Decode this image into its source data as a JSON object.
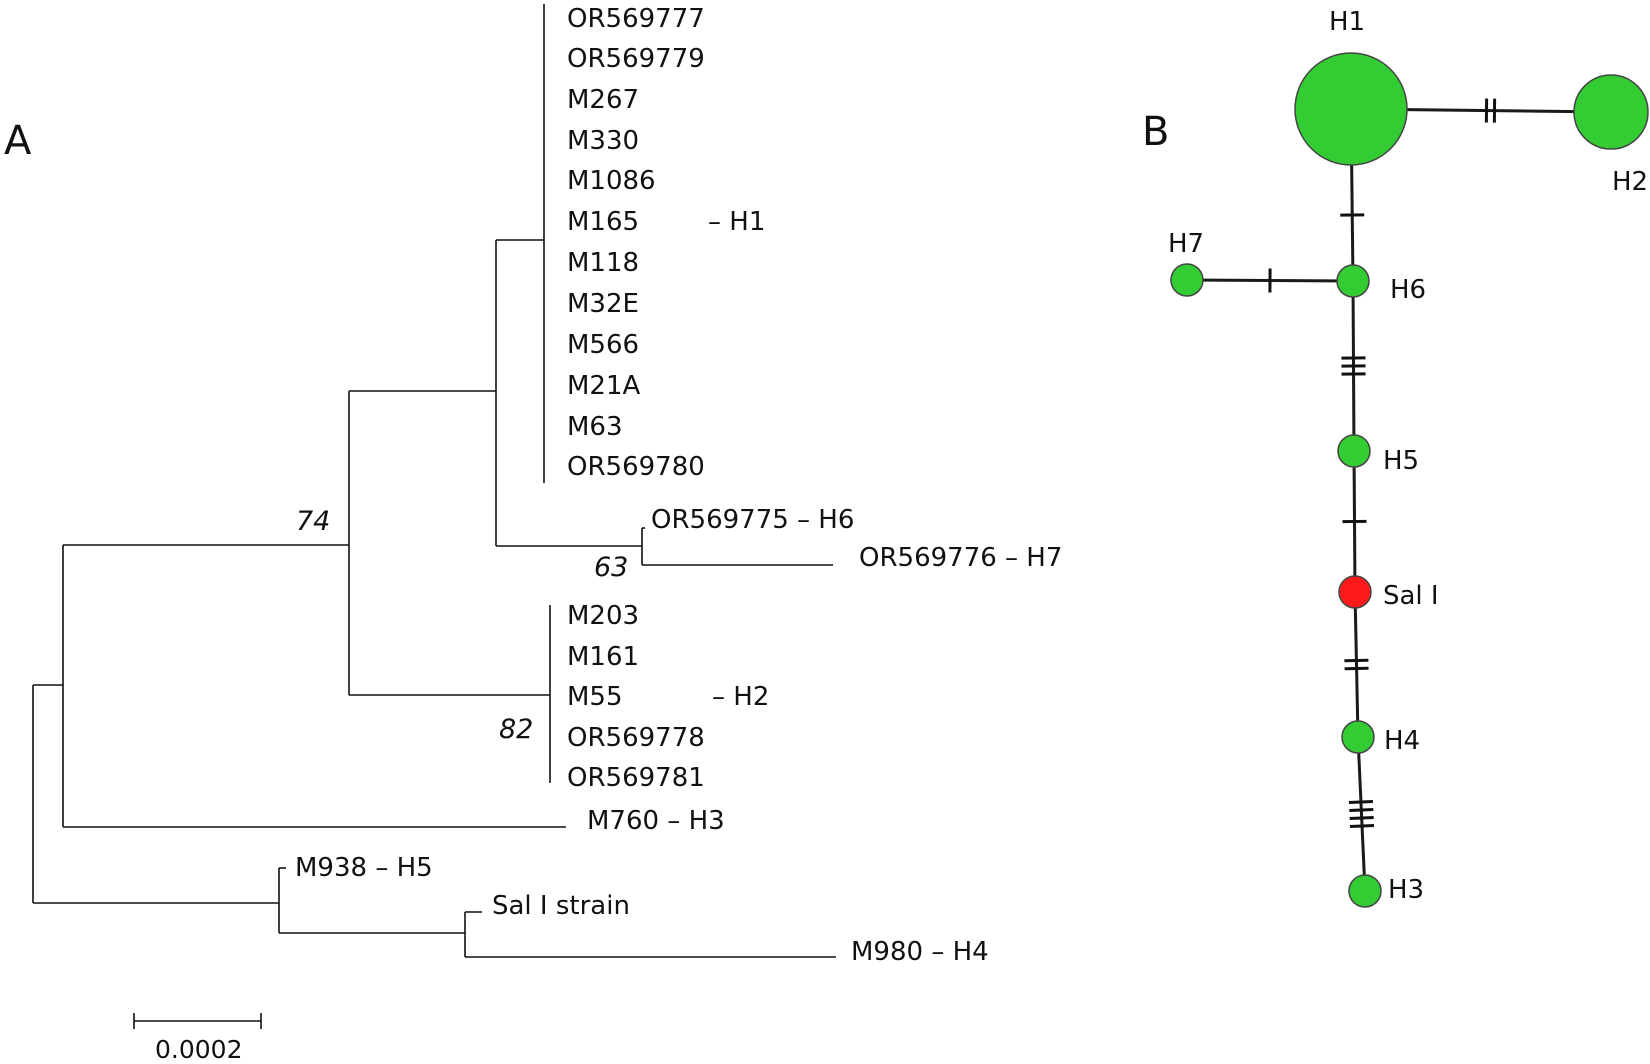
{
  "panel_a": {
    "label": "A",
    "tree": {
      "h1_group": {
        "taxa": [
          "OR569777",
          "OR569779",
          "M267",
          "M330",
          "M1086",
          "M165",
          "M118",
          "M32E",
          "M566",
          "M21A",
          "M63",
          "OR569780"
        ],
        "haplotype": "– H1"
      },
      "h6_taxon": "OR569775 – H6",
      "h7_taxon": "OR569776 – H7",
      "h2_group": {
        "taxa": [
          "M203",
          "M161",
          "M55",
          "OR569778",
          "OR569781"
        ],
        "haplotype": "– H2"
      },
      "h3_taxon": "M760 – H3",
      "h5_taxon": "M938 – H5",
      "sal_taxon": "Sal I strain",
      "h4_taxon": "M980 – H4"
    },
    "bootstrap": {
      "node_74": "74",
      "node_63": "63",
      "node_82": "82"
    },
    "scale_bar": {
      "label": "0.0002"
    }
  },
  "panel_b": {
    "label": "B",
    "colors": {
      "haplotype": "#33cc33",
      "reference": "#ff1a1a",
      "outline": "#444444"
    },
    "nodes": {
      "H1": {
        "label": "H1",
        "color": "green"
      },
      "H2": {
        "label": "H2",
        "color": "green"
      },
      "H7": {
        "label": "H7",
        "color": "green"
      },
      "H6": {
        "label": "H6",
        "color": "green"
      },
      "H5": {
        "label": "H5",
        "color": "green"
      },
      "SalI": {
        "label": "Sal I",
        "color": "red"
      },
      "H4": {
        "label": "H4",
        "color": "green"
      },
      "H3": {
        "label": "H3",
        "color": "green"
      }
    },
    "edges": [
      {
        "from": "H1",
        "to": "H2",
        "mutations": 2
      },
      {
        "from": "H1",
        "to": "H6",
        "mutations": 1
      },
      {
        "from": "H7",
        "to": "H6",
        "mutations": 1
      },
      {
        "from": "H6",
        "to": "H5",
        "mutations": 3
      },
      {
        "from": "H5",
        "to": "SalI",
        "mutations": 1
      },
      {
        "from": "SalI",
        "to": "H4",
        "mutations": 2
      },
      {
        "from": "H4",
        "to": "H3",
        "mutations": 4
      }
    ]
  }
}
